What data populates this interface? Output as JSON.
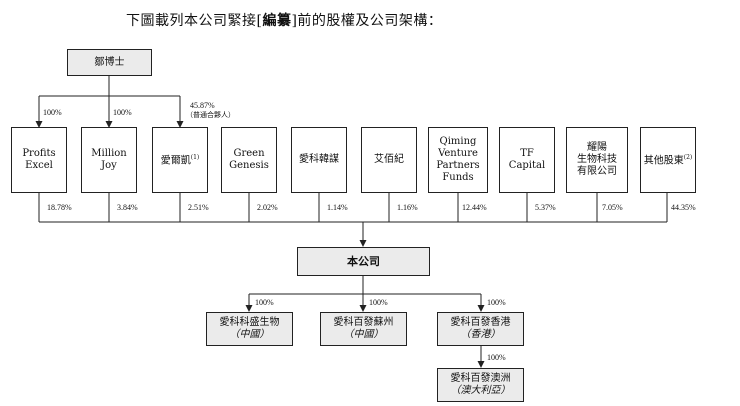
{
  "intro": {
    "pre": "下圖載列本公司緊接[",
    "bold": "編纂",
    "post": "]前的股權及公司架構："
  },
  "founder": "鄒博士",
  "founder_percents": {
    "profits_excel": "100%",
    "million_joy": "100%",
    "partnership": "45.87%",
    "partnership_note": "（普通合夥人）"
  },
  "shareholders": [
    {
      "lines": [
        "Profits",
        "Excel"
      ],
      "note": "",
      "percent": "18.78%"
    },
    {
      "lines": [
        "Million",
        "Joy"
      ],
      "note": "",
      "percent": "3.84%"
    },
    {
      "lines": [
        "愛爾凱"
      ],
      "note": "(1)",
      "percent": "2.51%"
    },
    {
      "lines": [
        "Green",
        "Genesis"
      ],
      "note": "",
      "percent": "2.02%"
    },
    {
      "lines": [
        "愛科韓謀"
      ],
      "note": "",
      "percent": "1.14%"
    },
    {
      "lines": [
        "艾佰紀"
      ],
      "note": "",
      "percent": "1.16%"
    },
    {
      "lines": [
        "Qiming",
        "Venture",
        "Partners",
        "Funds"
      ],
      "note": "",
      "percent": "12.44%"
    },
    {
      "lines": [
        "TF",
        "Capital"
      ],
      "note": "",
      "percent": "5.37%"
    },
    {
      "lines": [
        "耀陽",
        "生物科技",
        "有限公司"
      ],
      "note": "",
      "percent": "7.05%"
    },
    {
      "lines": [
        "其他股東"
      ],
      "note": "(2)",
      "percent": "44.35%"
    }
  ],
  "company": "本公司",
  "subsidiaries": [
    {
      "name": "愛科科盛生物",
      "place": "（中國）",
      "percent": "100%"
    },
    {
      "name": "愛科百發蘇州",
      "place": "（中國）",
      "percent": "100%"
    },
    {
      "name": "愛科百發香港",
      "place": "（香港）",
      "percent": "100%"
    }
  ],
  "sub_subsidiary": {
    "name": "愛科百發澳洲",
    "place": "（澳大利亞）",
    "percent": "100%"
  }
}
